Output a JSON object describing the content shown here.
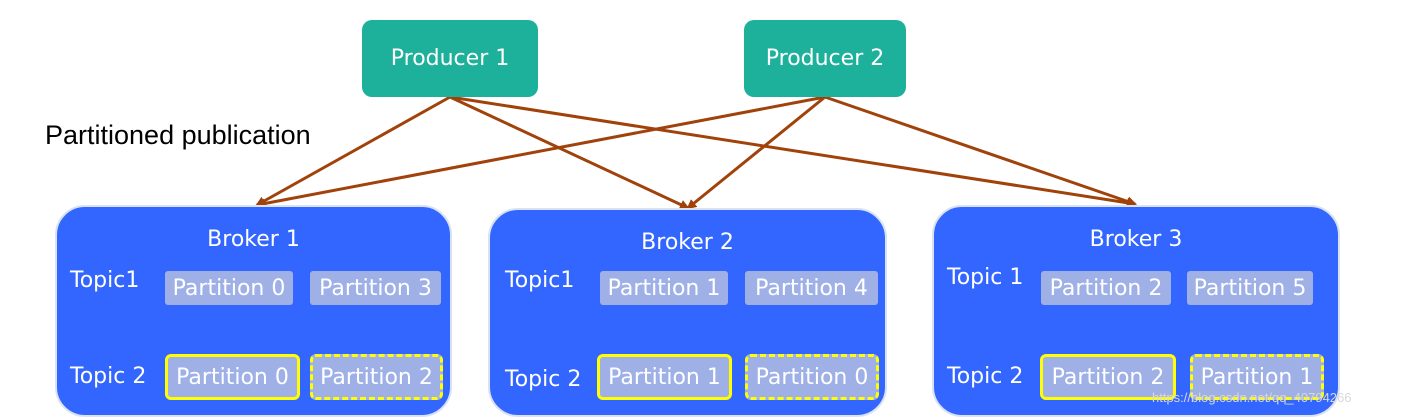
{
  "producers": [
    {
      "label": "Producer 1"
    },
    {
      "label": "Producer 2"
    }
  ],
  "heading": "Partitioned publication",
  "colors": {
    "producer": "#1db09b",
    "broker": "#3366ff",
    "partition": "#9eb0e6",
    "highlight_border": "#ffff00",
    "arrow": "#a0420a"
  },
  "brokers": [
    {
      "title": "Broker 1",
      "topic1_label": "Topic1",
      "topic1_partitions": [
        "Partition 0",
        "Partition 3"
      ],
      "topic2_label": "Topic 2",
      "topic2_partitions": [
        "Partition 0",
        "Partition 2"
      ]
    },
    {
      "title": "Broker 2",
      "topic1_label": "Topic1",
      "topic1_partitions": [
        "Partition 1",
        "Partition 4"
      ],
      "topic2_label": "Topic 2",
      "topic2_partitions": [
        "Partition 1",
        "Partition 0"
      ]
    },
    {
      "title": "Broker 3",
      "topic1_label": "Topic 1",
      "topic1_partitions": [
        "Partition 2",
        "Partition 5"
      ],
      "topic2_label": "Topic 2",
      "topic2_partitions": [
        "Partition 2",
        "Partition 1"
      ]
    }
  ],
  "watermark": "https://blog.csdn.net/qq_40794266"
}
